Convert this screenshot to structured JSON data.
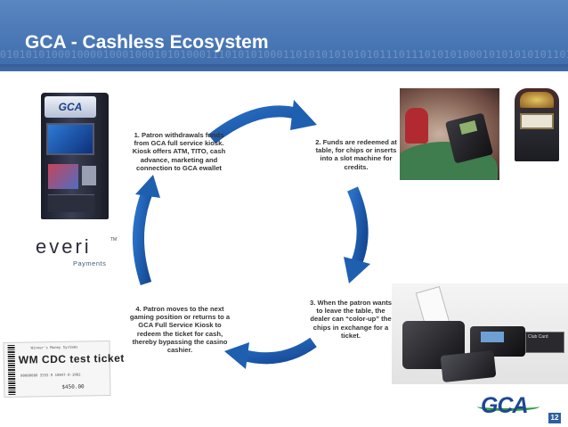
{
  "slide": {
    "title": "GCA - Cashless Ecosystem",
    "binary_strip": "0101010100010000100010001010100011101010100011010101010101011101110101010001010101010110110",
    "page_number": "12"
  },
  "steps": [
    {
      "id": 1,
      "text": "1. Patron withdrawals funds from GCA full service kiosk. Kiosk offers ATM, TITO, cash advance, marketing and connection to GCA ewallet"
    },
    {
      "id": 2,
      "text": "2. Funds are redeemed at table, for chips or inserts into a slot machine for credits."
    },
    {
      "id": 3,
      "text": "3. When the patron wants to leave the table, the dealer can “color-up” the chips in exchange for a ticket."
    },
    {
      "id": 4,
      "text": "4. Patron moves to the next gaming position or returns to a GCA Full Service Kiosk to redeem the ticket for cash, thereby bypassing the casino cashier."
    }
  ],
  "kiosk": {
    "logo_text": "GCA"
  },
  "everi_logo": {
    "word": "everi",
    "tm": "TM",
    "sub": "Payments"
  },
  "ticket": {
    "line1": "Winner's Money Systems",
    "main": "WM CDC test ticket",
    "line2": "00000000   5555-9   10047-0-1002",
    "amount": "$450.00"
  },
  "printer": {
    "card_text": "Club Card"
  },
  "footer_logo": {
    "text": "GCA"
  },
  "colors": {
    "header": "#4a78b6",
    "arrow": "#1f5fb0",
    "logo_blue": "#1f4693",
    "logo_green": "#2a9a3a"
  }
}
